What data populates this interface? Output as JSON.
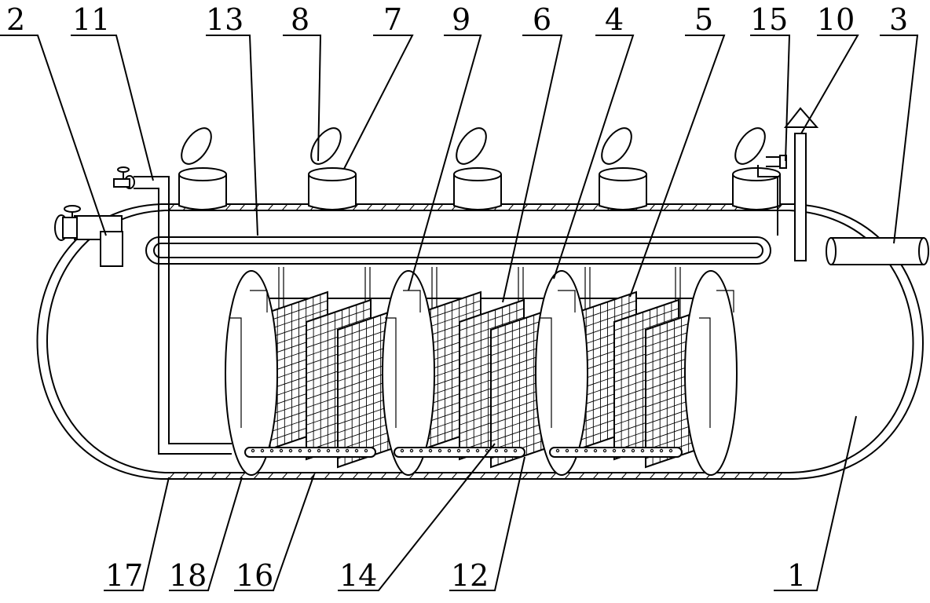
{
  "figure": {
    "callouts": [
      {
        "id": "c2",
        "label": "2"
      },
      {
        "id": "c11",
        "label": "11"
      },
      {
        "id": "c13",
        "label": "13"
      },
      {
        "id": "c8",
        "label": "8"
      },
      {
        "id": "c7",
        "label": "7"
      },
      {
        "id": "c9",
        "label": "9"
      },
      {
        "id": "c6",
        "label": "6"
      },
      {
        "id": "c4",
        "label": "4"
      },
      {
        "id": "c5",
        "label": "5"
      },
      {
        "id": "c15",
        "label": "15"
      },
      {
        "id": "c10",
        "label": "10"
      },
      {
        "id": "c3",
        "label": "3"
      },
      {
        "id": "c17",
        "label": "17"
      },
      {
        "id": "c18",
        "label": "18"
      },
      {
        "id": "c16",
        "label": "16"
      },
      {
        "id": "c14",
        "label": "14"
      },
      {
        "id": "c12",
        "label": "12"
      },
      {
        "id": "c1",
        "label": "1"
      }
    ],
    "colors": {
      "line": "#000000",
      "background": "#ffffff"
    }
  }
}
